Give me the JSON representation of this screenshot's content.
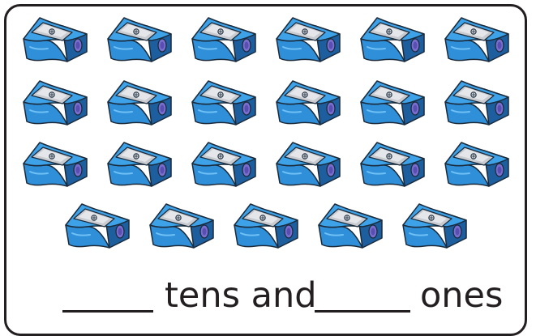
{
  "worksheet": {
    "text_tens_and": "tens and",
    "text_ones": "ones",
    "object_icon": "pencil-sharpener-icon",
    "object_count": 23,
    "rows": [
      6,
      6,
      6,
      5
    ]
  },
  "colors": {
    "body_blue": "#2f8fd8",
    "body_dark": "#1c5e9e",
    "blade_silver": "#c8cbd0",
    "outline": "#1a2a3a",
    "hole_purple": "#7a6fd0"
  }
}
